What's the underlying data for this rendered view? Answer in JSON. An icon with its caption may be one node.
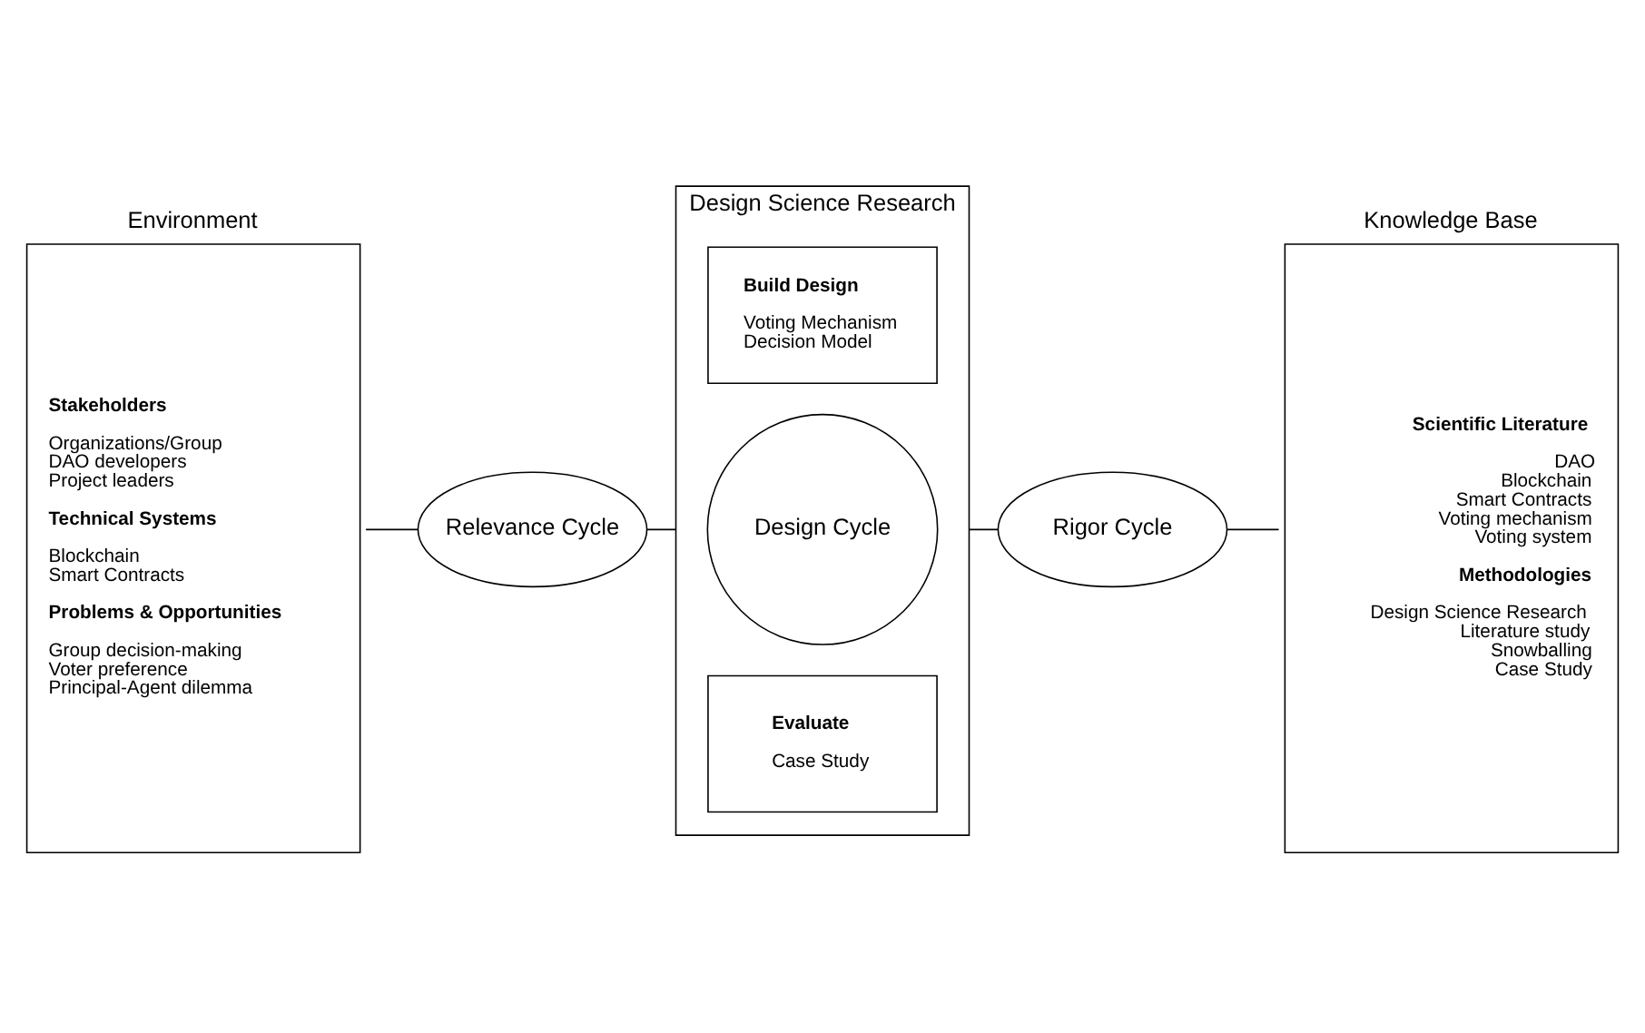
{
  "diagram": {
    "nodes": [
      {
        "text": [
          "Environment",
          "Stakeholders",
          "Organizations/Group",
          "DAO developers",
          "Project leaders",
          "Technical Systems",
          "Blockchain",
          "Smart Contracts",
          "Problems & Opportunities",
          "Group decision-making",
          "Voter preference",
          "Principal-Agent dilemma"
        ]
      },
      {
        "text": [
          "Design Science Research"
        ]
      },
      {
        "text": [
          "Build Design",
          "Voting Mechanism",
          "Decision Model"
        ],
        "in": 1
      },
      {
        "text": [
          "Design Cycle"
        ],
        "in": 1
      },
      {
        "text": [
          "Evaluate",
          "Case Study"
        ],
        "in": 1
      },
      {
        "text": [
          "Relevance Cycle"
        ]
      },
      {
        "text": [
          "Knowledge Base",
          "Scientific Literature",
          "DAO",
          "Blockchain",
          "Smart Contracts",
          "Voting mechanism",
          "Voting system",
          "Methodologies",
          "Design Science Research",
          "Literature study",
          "Snowballing",
          "Case Study"
        ]
      },
      {
        "text": [
          "Rigor Cycle"
        ]
      }
    ],
    "edges": [
      {
        "from": 0,
        "to": 5,
        "arrow": "none"
      },
      {
        "from": 5,
        "to": 1,
        "arrow": "none"
      },
      {
        "from": 1,
        "to": 7,
        "arrow": "none"
      },
      {
        "from": 7,
        "to": 6,
        "arrow": "none"
      }
    ]
  }
}
